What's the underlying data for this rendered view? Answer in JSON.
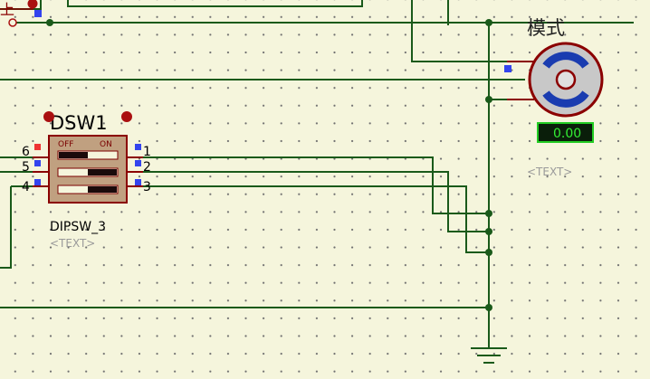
{
  "schematic": {
    "top_left_fragment": "上",
    "dipswitch": {
      "refdes": "DSW1",
      "type": "DIPSW_3",
      "text_placeholder": "<TEXT>",
      "off_label": "OFF",
      "on_label": "ON",
      "left_pins": [
        "6",
        "5",
        "4"
      ],
      "right_pins": [
        "1",
        "2",
        "3"
      ]
    },
    "motor": {
      "label": "模式",
      "display_value": "0.00",
      "text_placeholder": "<TEXT>"
    },
    "colors": {
      "wire": "#1a5a1a",
      "component_body": "#c0a080",
      "component_border": "#8b0000",
      "pin_marker": "#3344ee",
      "pin_marker_red": "#ee3333",
      "display_bg": "#0a1e0a",
      "display_text": "#33ee33",
      "motor_arc": "#1a3cb0"
    }
  }
}
